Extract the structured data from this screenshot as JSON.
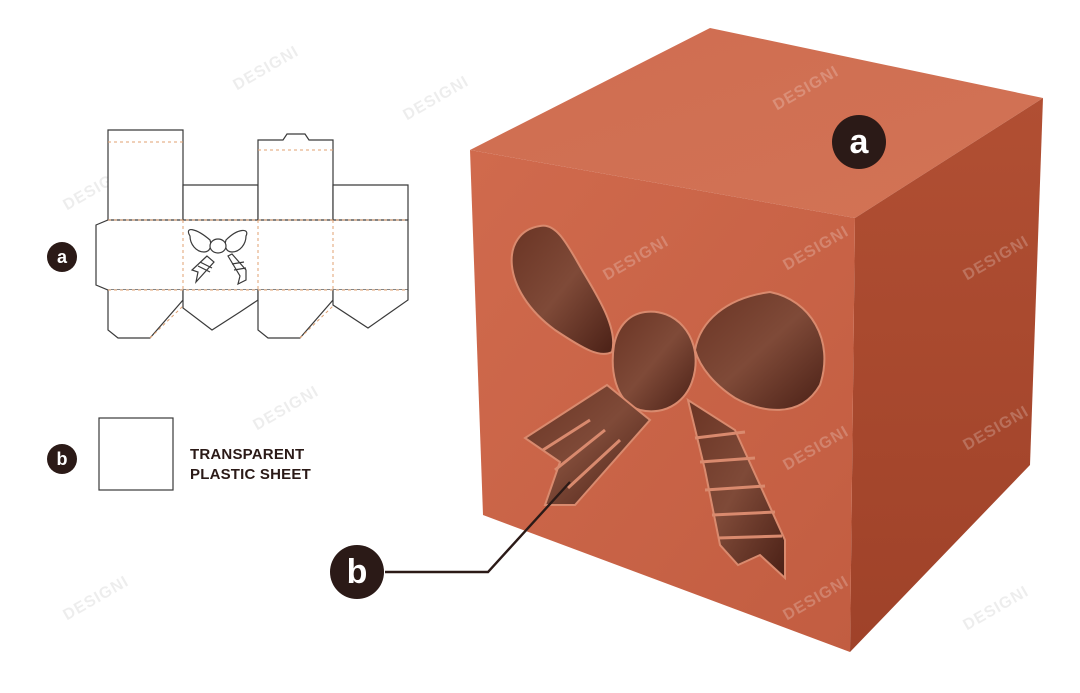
{
  "labels": {
    "a": "a",
    "b": "b"
  },
  "sheet_label": {
    "line1": "TRANSPARENT",
    "line2": "PLASTIC SHEET"
  },
  "watermark": "DESIGNI",
  "colors": {
    "box_front": "#c9664a",
    "box_top": "#cc6d50",
    "box_side": "#a9492f",
    "window_dark": "#5a2a1e",
    "badge": "#2b1a17",
    "dieline": "#3a3a3a",
    "fold_line": "#e0a070"
  }
}
